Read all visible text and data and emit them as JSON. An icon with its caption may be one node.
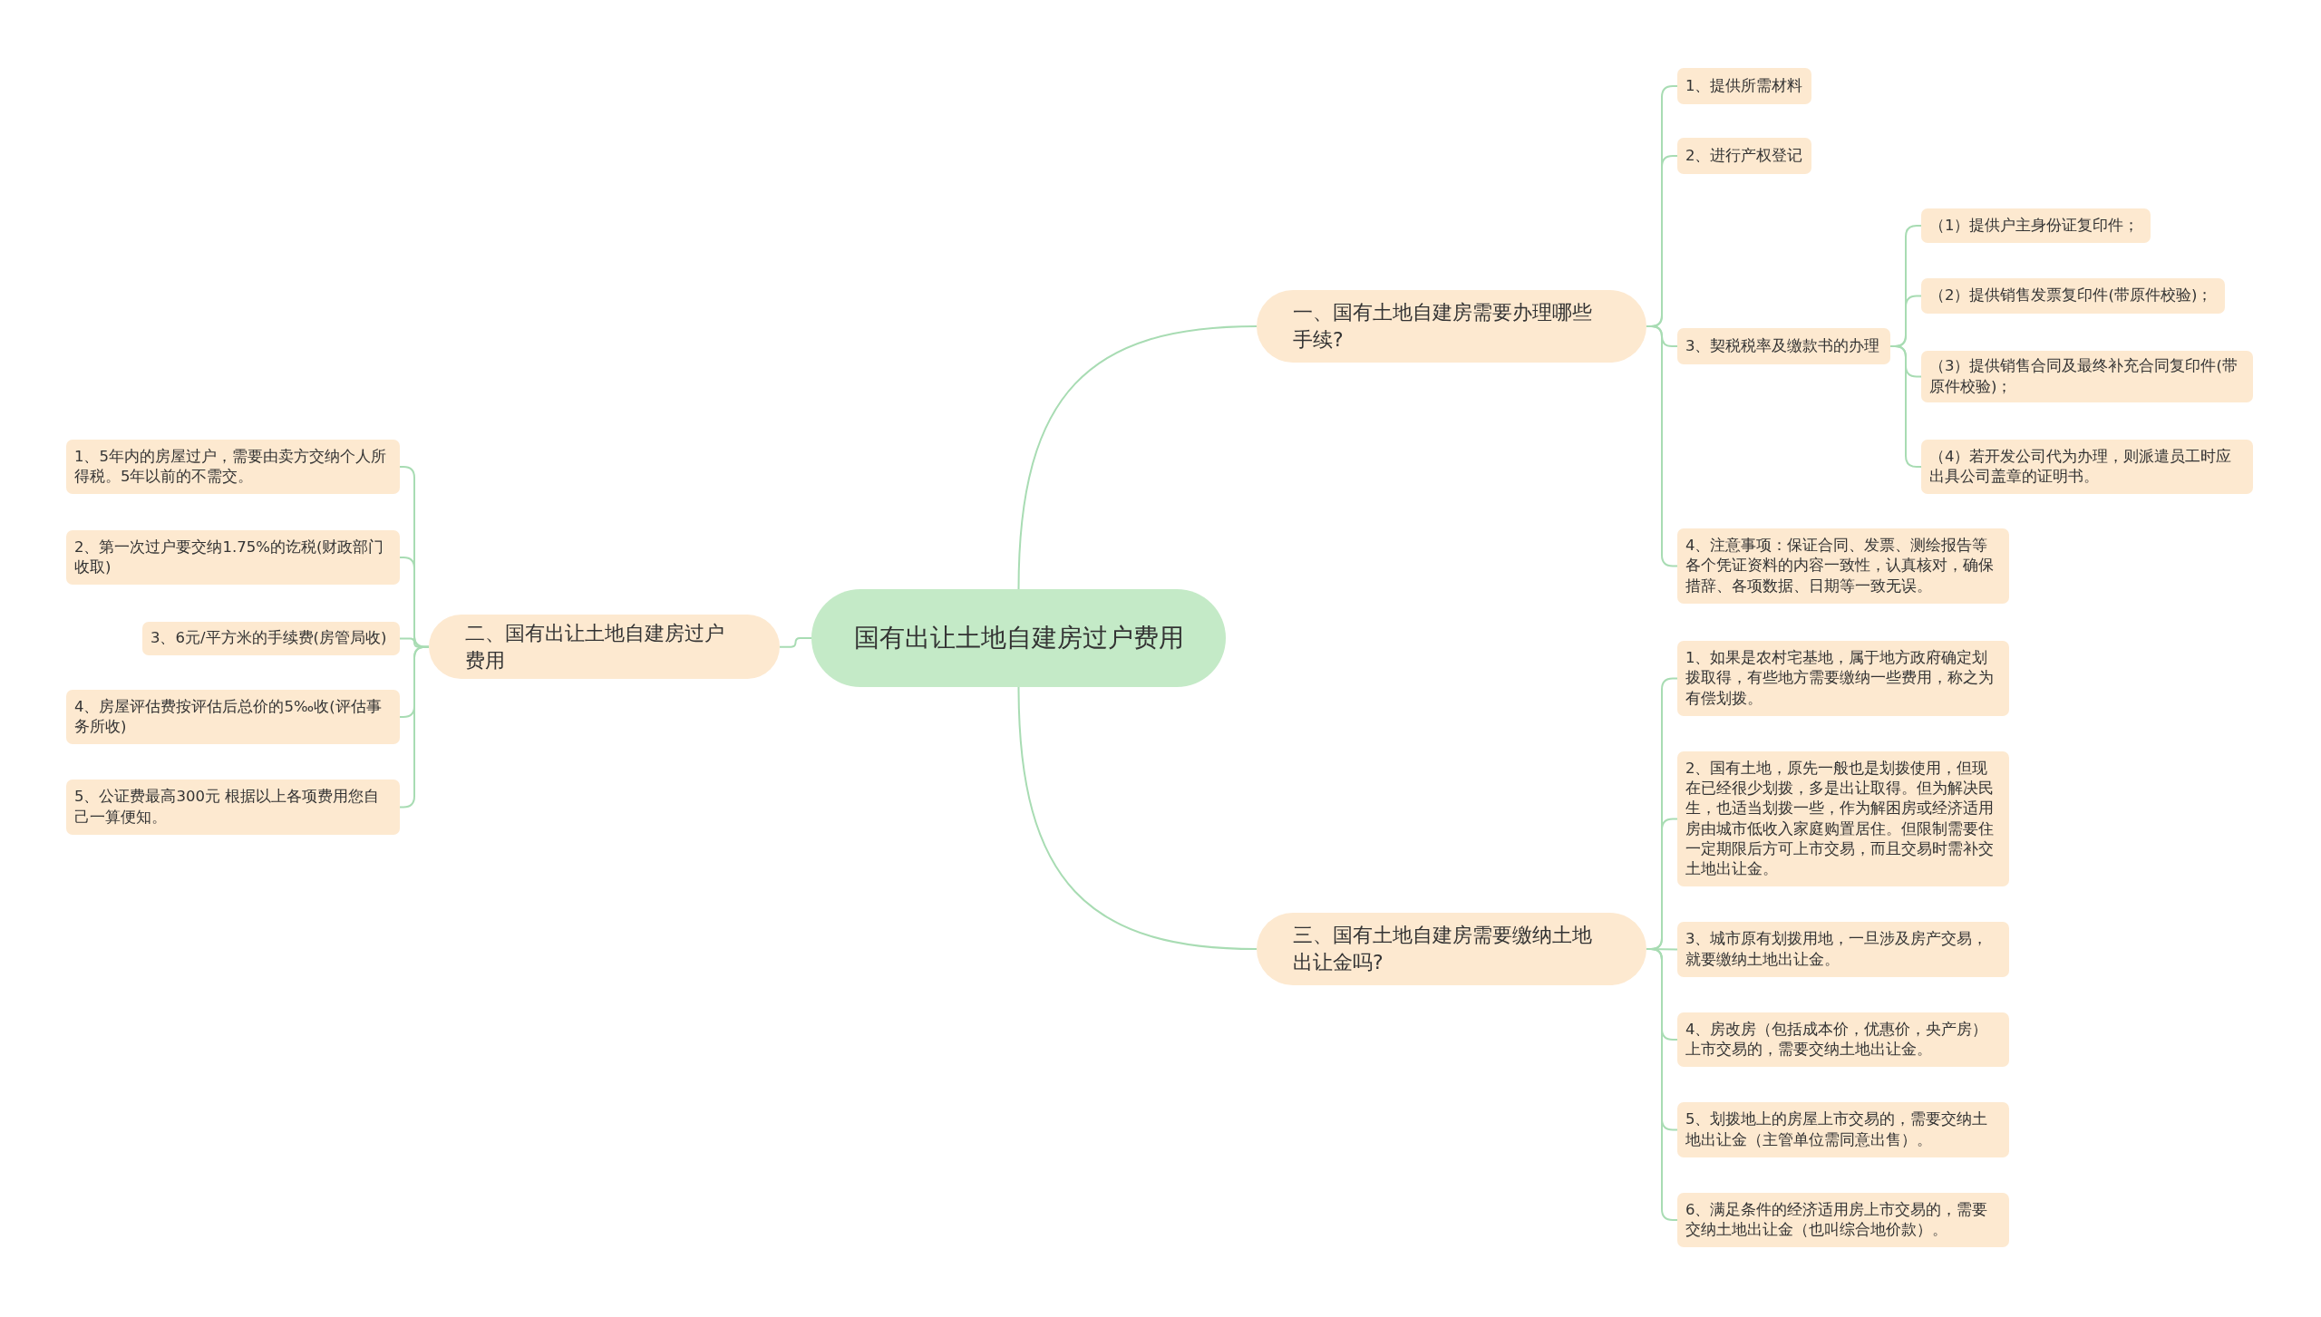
{
  "diagram": {
    "nodes": [
      {
        "text": [
          "国有出让土地自建房过户费用"
        ]
      },
      {
        "text": [
          "一、国有土地自建房需要办理哪些手续?"
        ]
      },
      {
        "text": [
          "二、国有出让土地自建房过户费用"
        ]
      },
      {
        "text": [
          "三、国有土地自建房需要缴纳土地出让金吗?"
        ]
      },
      {
        "text": [
          "1、提供所需材料"
        ]
      },
      {
        "text": [
          "2、进行产权登记"
        ]
      },
      {
        "text": [
          "3、契税税率及缴款书的办理"
        ]
      },
      {
        "text": [
          "（1）提供户主身份证复印件；"
        ]
      },
      {
        "text": [
          "（2）提供销售发票复印件(带原件校验)；"
        ]
      },
      {
        "text": [
          "（3）提供销售合同及最终补充合同复印件(带原件校验)；"
        ]
      },
      {
        "text": [
          "（4）若开发公司代为办理，则派遣员工时应出具公司盖章的证明书。"
        ]
      },
      {
        "text": [
          "4、注意事项：保证合同、发票、测绘报告等各个凭证资料的内容一致性，认真核对，确保措辞、各项数据、日期等一致无误。"
        ]
      },
      {
        "text": [
          "1、如果是农村宅基地，属于地方政府确定划拨取得，有些地方需要缴纳一些费用，称之为有偿划拨。"
        ]
      },
      {
        "text": [
          "2、国有土地，原先一般也是划拨使用，但现在已经很少划拨，多是出让取得。但为解决民生，也适当划拨一些，作为解困房或经济适用房由城市低收入家庭购置居住。但限制需要住一定期限后方可上市交易，而且交易时需补交土地出让金。"
        ]
      },
      {
        "text": [
          "3、城市原有划拨用地，一旦涉及房产交易，就要缴纳土地出让金。"
        ]
      },
      {
        "text": [
          "4、房改房（包括成本价，优惠价，央产房）上市交易的，需要交纳土地出让金。"
        ]
      },
      {
        "text": [
          "5、划拨地上的房屋上市交易的，需要交纳土地出让金（主管单位需同意出售）。"
        ]
      },
      {
        "text": [
          "6、满足条件的经济适用房上市交易的，需要交纳土地出让金（也叫综合地价款）。"
        ]
      },
      {
        "text": [
          "1、5年内的房屋过户，需要由卖方交纳个人所得税。5年以前的不需交。"
        ]
      },
      {
        "text": [
          "2、第一次过户要交纳1.75%的讫税(财政部门收取)"
        ]
      },
      {
        "text": [
          "3、6元/平方米的手续费(房管局收)"
        ]
      },
      {
        "text": [
          "4、房屋评估费按评估后总价的5‰收(评估事务所收)"
        ]
      },
      {
        "text": [
          "5、公证费最高300元 根据以上各项费用您自己一算便知。"
        ]
      }
    ],
    "edges": [
      {
        "from": 0,
        "to": 1,
        "arrow": "none"
      },
      {
        "from": 0,
        "to": 2,
        "arrow": "none"
      },
      {
        "from": 0,
        "to": 3,
        "arrow": "none"
      },
      {
        "from": 1,
        "to": 4,
        "arrow": "none"
      },
      {
        "from": 1,
        "to": 5,
        "arrow": "none"
      },
      {
        "from": 1,
        "to": 6,
        "arrow": "none"
      },
      {
        "from": 1,
        "to": 11,
        "arrow": "none"
      },
      {
        "from": 6,
        "to": 7,
        "arrow": "none"
      },
      {
        "from": 6,
        "to": 8,
        "arrow": "none"
      },
      {
        "from": 6,
        "to": 9,
        "arrow": "none"
      },
      {
        "from": 6,
        "to": 10,
        "arrow": "none"
      },
      {
        "from": 3,
        "to": 12,
        "arrow": "none"
      },
      {
        "from": 3,
        "to": 13,
        "arrow": "none"
      },
      {
        "from": 3,
        "to": 14,
        "arrow": "none"
      },
      {
        "from": 3,
        "to": 15,
        "arrow": "none"
      },
      {
        "from": 3,
        "to": 16,
        "arrow": "none"
      },
      {
        "from": 3,
        "to": 17,
        "arrow": "none"
      },
      {
        "from": 2,
        "to": 18,
        "arrow": "none"
      },
      {
        "from": 2,
        "to": 19,
        "arrow": "none"
      },
      {
        "from": 2,
        "to": 20,
        "arrow": "none"
      },
      {
        "from": 2,
        "to": 21,
        "arrow": "none"
      },
      {
        "from": 2,
        "to": 22,
        "arrow": "none"
      }
    ]
  }
}
